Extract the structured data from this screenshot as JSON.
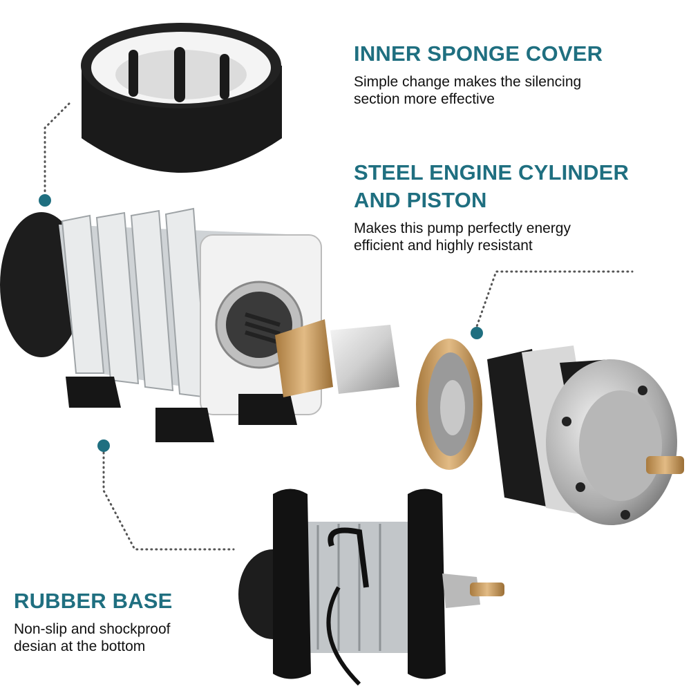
{
  "features": [
    {
      "id": "sponge",
      "title": "INNER SPONGE COVER",
      "description_lines": [
        "Simple change makes the silencing",
        "section more effective"
      ]
    },
    {
      "id": "cylinder",
      "title_lines": [
        "STEEL ENGINE CYLINDER",
        "AND PISTON"
      ],
      "description_lines": [
        "Makes this pump perfectly energy",
        "efficient and highly resistant"
      ]
    },
    {
      "id": "base",
      "title": "RUBBER BASE",
      "description_lines": [
        "Non-slip and shockproof",
        "desian at the bottom"
      ]
    }
  ],
  "colors": {
    "accent": "#1f6f80",
    "text": "#111111",
    "pump_housing": "#d9d9d9",
    "piston_ring": "#c9a06a",
    "rubber": "#1a1a1a"
  }
}
